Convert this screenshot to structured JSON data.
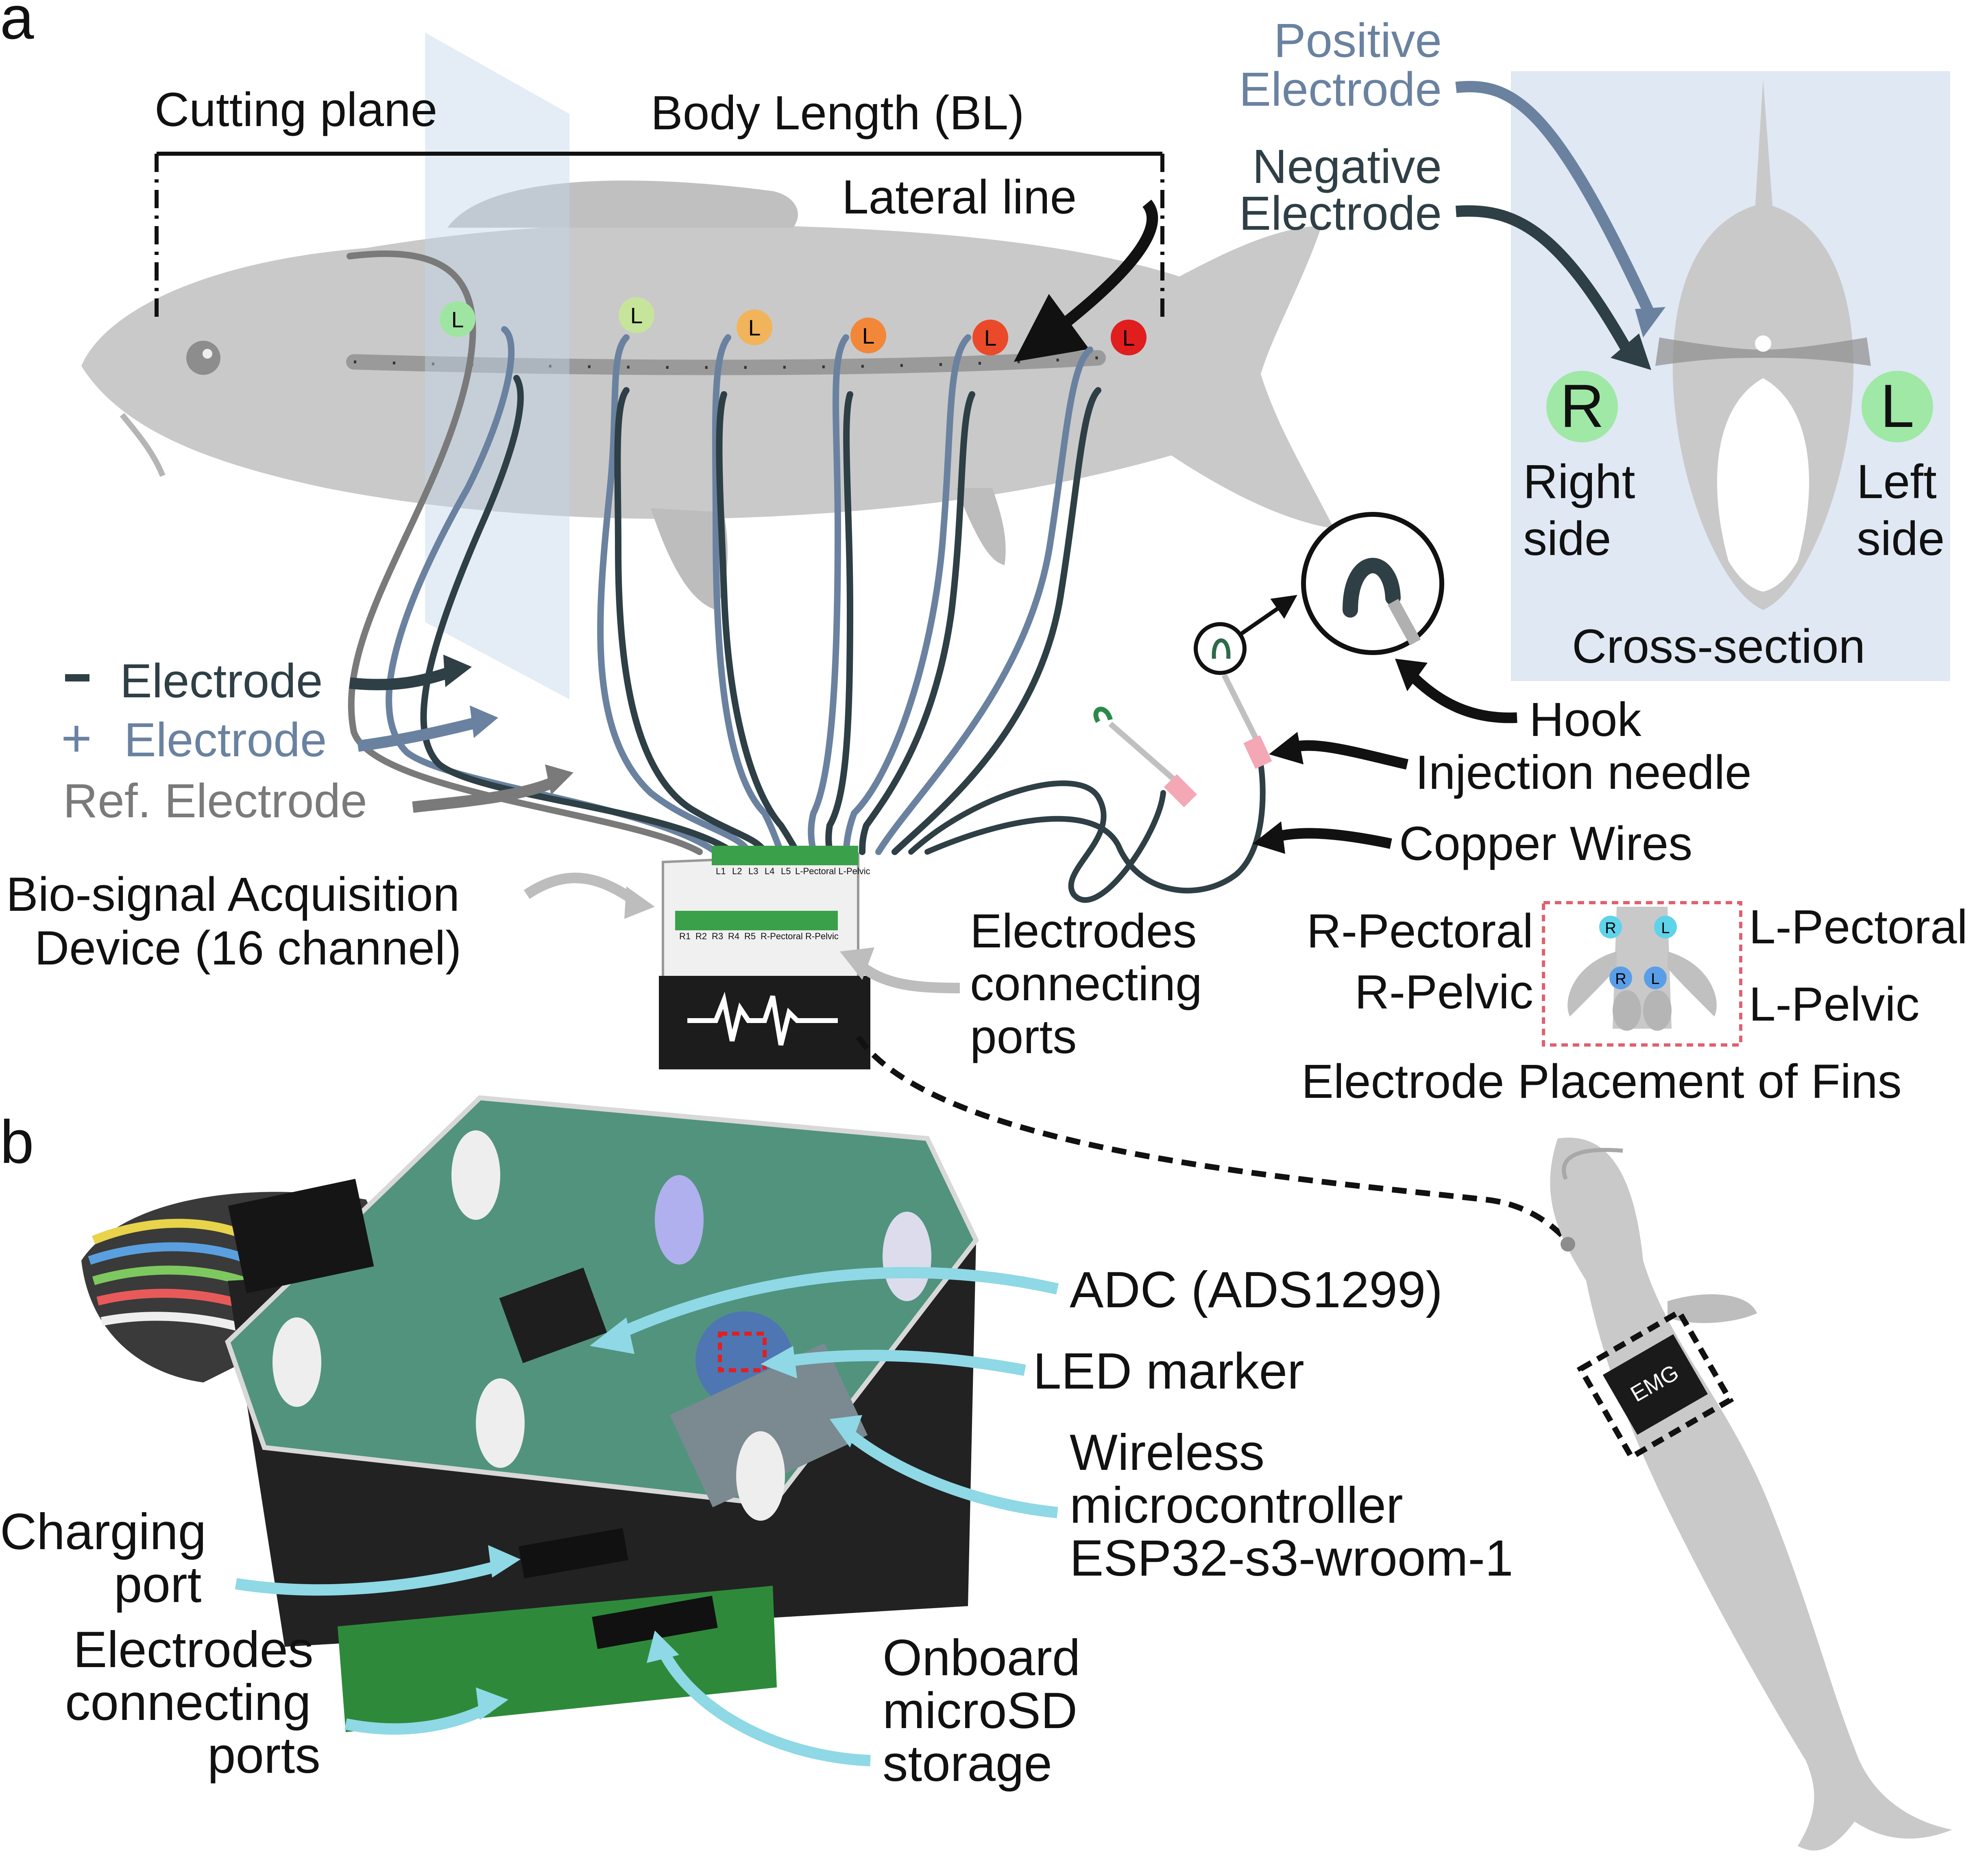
{
  "panel_a": {
    "letter": "a",
    "cutting_plane": "Cutting plane",
    "body_length": "Body Length (BL)",
    "lateral_line": "Lateral line",
    "positive_electrode": [
      "Positive",
      "Electrode"
    ],
    "negative_electrode": [
      "Negative",
      "Electrode"
    ],
    "right_side": [
      "Right",
      "side"
    ],
    "left_side": [
      "Left",
      "side"
    ],
    "R": "R",
    "L": "L",
    "cross_section": "Cross-section",
    "minus_sign": "-",
    "minus_electrode": "Electrode",
    "plus_sign": "+",
    "plus_electrode": "Electrode",
    "ref_electrode": "Ref. Electrode",
    "hook": "Hook",
    "injection_needle": "Injection needle",
    "copper_wires": "Copper Wires",
    "bio_signal": [
      "Bio-signal Acquisition",
      "Device (16 channel)"
    ],
    "electrodes_connecting_ports": [
      "Electrodes",
      "connecting",
      "ports"
    ],
    "r_pectoral": "R-Pectoral",
    "l_pectoral": "L-Pectoral",
    "r_pelvic": "R-Pelvic",
    "l_pelvic": "L-Pelvic",
    "fin_placement": "Electrode Placement of Fins",
    "port_labels_top": [
      "L1",
      "L2",
      "L3",
      "L4",
      "L5",
      "L-Pectoral L-Pelvic"
    ],
    "port_labels_bottom": [
      "R1",
      "R2",
      "R3",
      "R4",
      "R5",
      "R-Pectoral R-Pelvic"
    ],
    "lateral_markers": [
      "L",
      "L",
      "L",
      "L",
      "L",
      "L"
    ],
    "marker_colors": [
      "#9fe5a2",
      "#c7e59a",
      "#f2b45a",
      "#f2873a",
      "#ea4a2a",
      "#e01e1e"
    ]
  },
  "panel_b": {
    "letter": "b",
    "adc": "ADC (ADS1299)",
    "led_marker": "LED marker",
    "wireless": [
      "Wireless",
      "microcontroller",
      "ESP32-s3-wroom-1"
    ],
    "charging_port": [
      "Charging",
      "port"
    ],
    "electrodes_connecting_ports": [
      "Electrodes",
      "connecting",
      "ports"
    ],
    "microsd": [
      "Onboard",
      "microSD",
      "storage"
    ],
    "emg_tag": "EMG"
  },
  "colors": {
    "fish": "#c9c9c9",
    "positive": "#6a82a0",
    "negative": "#2e3f45",
    "reference": "#7a7a7a",
    "plane": "#dbe6f3",
    "cyan_arrow": "#8fd8e6",
    "green_circle": "#9fe8a6"
  }
}
